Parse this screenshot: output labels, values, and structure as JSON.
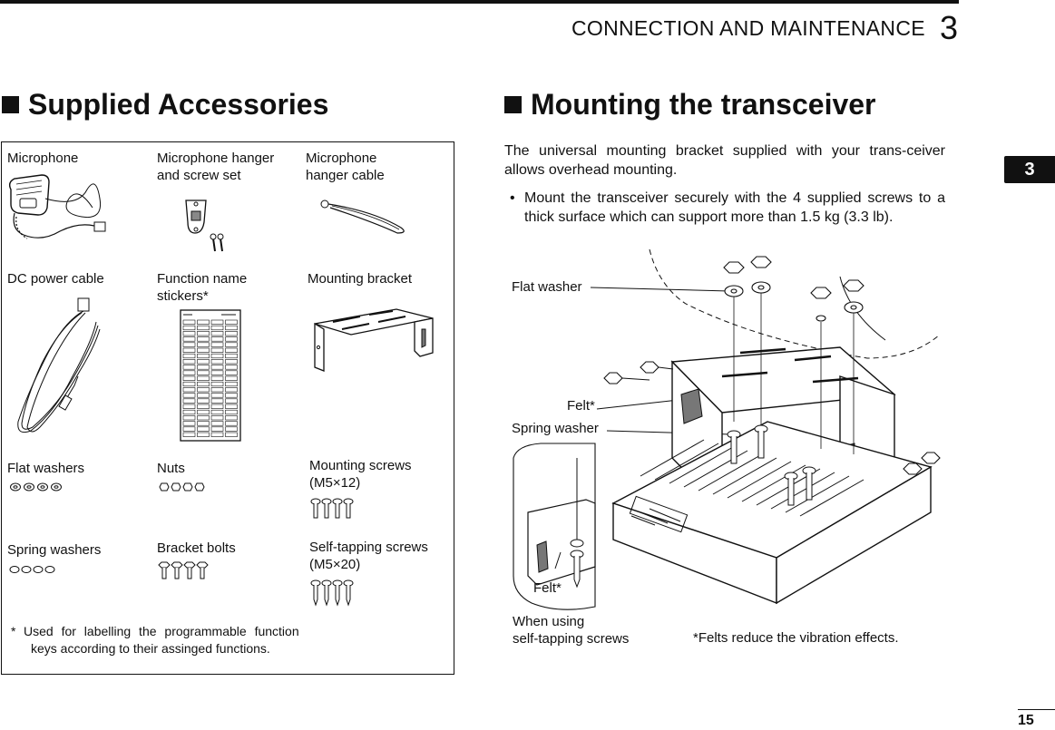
{
  "header": {
    "running_title": "CONNECTION AND MAINTENANCE",
    "chapter_number": "3"
  },
  "side_tab": {
    "label": "3"
  },
  "page_number": "15",
  "left_section": {
    "title": "Supplied Accessories",
    "items": {
      "microphone": "Microphone",
      "mic_hanger_line1": "Microphone hanger",
      "mic_hanger_line2": "and screw set",
      "hanger_cable_line1": "Microphone",
      "hanger_cable_line2": "hanger cable",
      "dc_cable": "DC power cable",
      "stickers_line1": "Function name",
      "stickers_line2": "stickers*",
      "bracket": "Mounting bracket",
      "flat_washers": "Flat washers",
      "nuts": "Nuts",
      "mount_screws_line1": "Mounting screws",
      "mount_screws_line2": "(M5×12)",
      "spring_washers": "Spring washers",
      "bracket_bolts": "Bracket bolts",
      "tap_screws_line1": "Self-tapping screws",
      "tap_screws_line2": "(M5×20)"
    },
    "footnote": {
      "mark": "*",
      "line1": "Used for labelling the programmable function",
      "line2": "keys according to their assinged functions."
    }
  },
  "right_section": {
    "title": "Mounting the transceiver",
    "intro": "The universal mounting bracket supplied with your trans-ceiver allows overhead mounting.",
    "bullet_mark": "•",
    "bullet_text": "Mount the transceiver securely with the 4 supplied screws to a thick surface which can support more than 1.5 kg (3.3 lb).",
    "figure_labels": {
      "flat_washer": "Flat washer",
      "felt_upper": "Felt*",
      "spring_washer": "Spring washer",
      "felt_lower": "Felt*",
      "when_using_line1": "When using",
      "when_using_line2": "self-tapping screws",
      "felts_note": "*Felts reduce the vibration effects."
    }
  }
}
